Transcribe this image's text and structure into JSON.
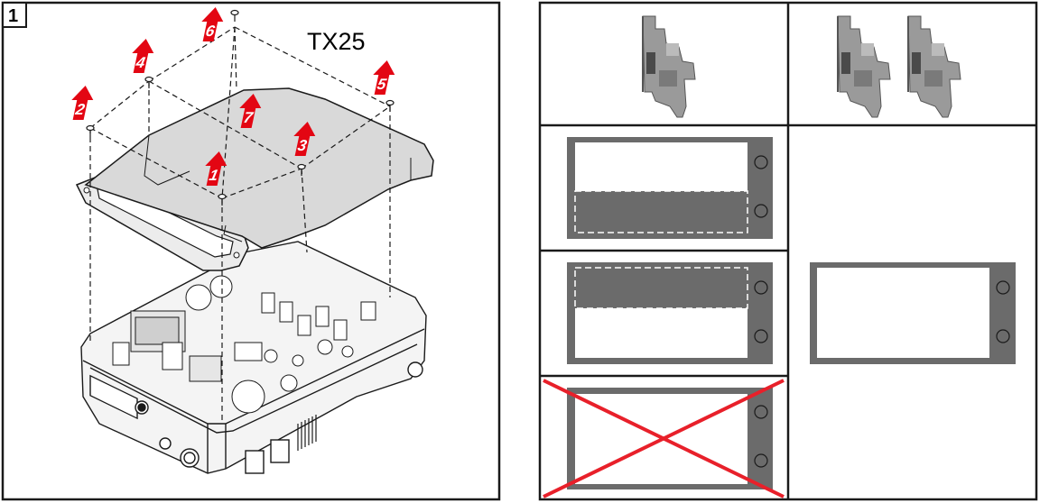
{
  "step": {
    "number": "1"
  },
  "tool": {
    "label": "TX25"
  },
  "screws": [
    {
      "order": "1"
    },
    {
      "order": "2"
    },
    {
      "order": "3"
    },
    {
      "order": "4"
    },
    {
      "order": "5"
    },
    {
      "order": "6"
    },
    {
      "order": "7"
    }
  ],
  "colors": {
    "arrow_red": "#e30613",
    "panel_gray": "#6b6b6b",
    "cover_gray": "#d9d9d9",
    "line": "#1a1a1a",
    "cross_red": "#e8202a"
  },
  "table": {
    "rows": [
      {
        "left": "single-card-icon",
        "right": "double-card-icon"
      },
      {
        "left": "slot-bottom-filled",
        "right": "slot-empty-merged"
      },
      {
        "left": "slot-top-filled",
        "right": "slot-empty-merged"
      },
      {
        "left": "slot-empty-crossed",
        "right": ""
      }
    ]
  }
}
